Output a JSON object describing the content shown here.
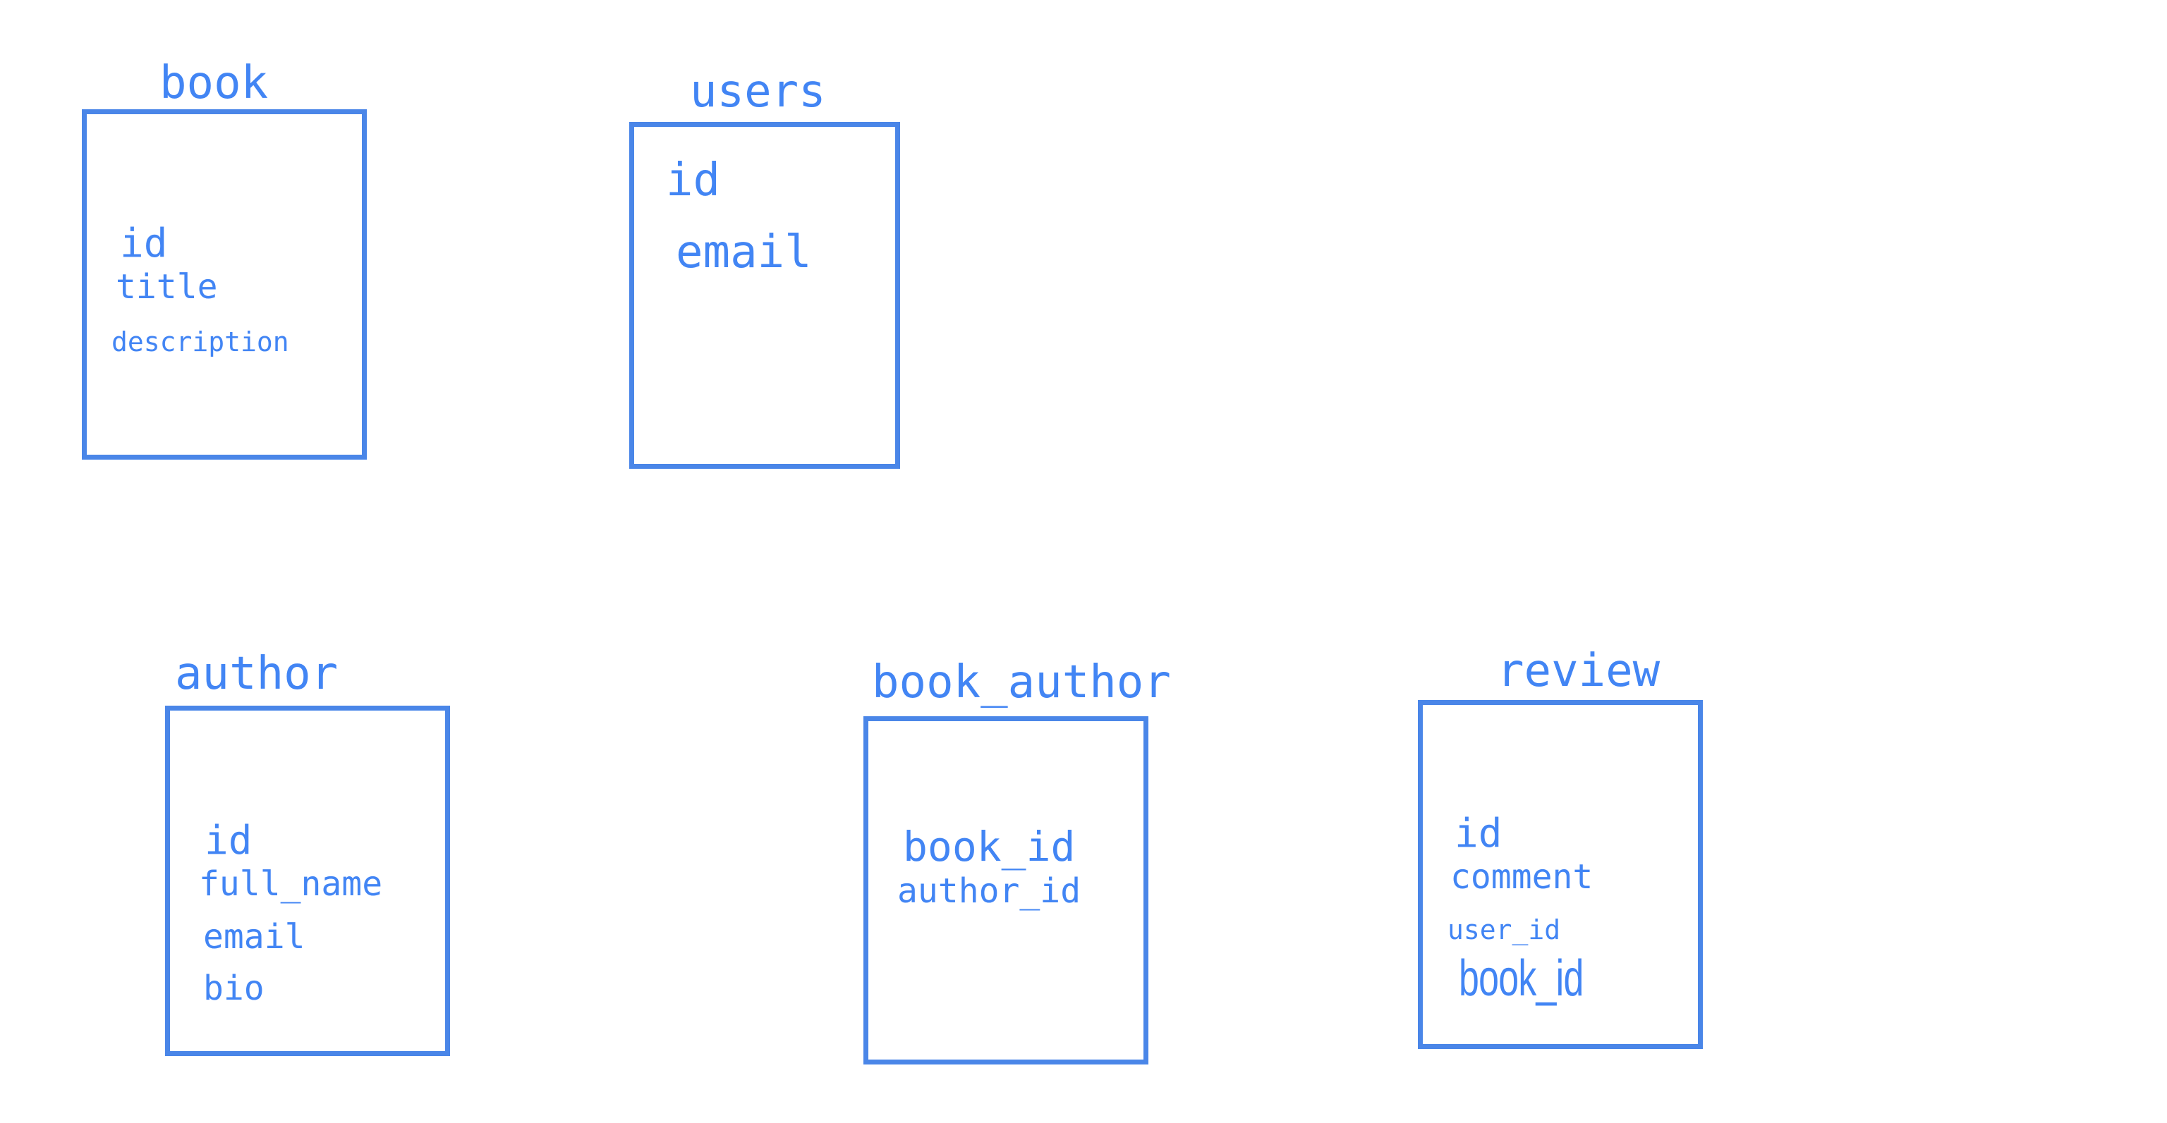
{
  "entities": {
    "book": {
      "title": "book",
      "fields": [
        "id",
        "title",
        "description"
      ]
    },
    "users": {
      "title": "users",
      "fields": [
        "id",
        "email"
      ]
    },
    "author": {
      "title": "author",
      "fields": [
        "id",
        "full_name",
        "email",
        "bio"
      ]
    },
    "book_author": {
      "title": "book_author",
      "fields": [
        "book_id",
        "author_id"
      ]
    },
    "review": {
      "title": "review",
      "fields": [
        "id",
        "comment",
        "user_id",
        "book_id"
      ]
    }
  },
  "colors": {
    "text": "#4285f4",
    "border": "#4a86e8",
    "background": "#ffffff"
  }
}
